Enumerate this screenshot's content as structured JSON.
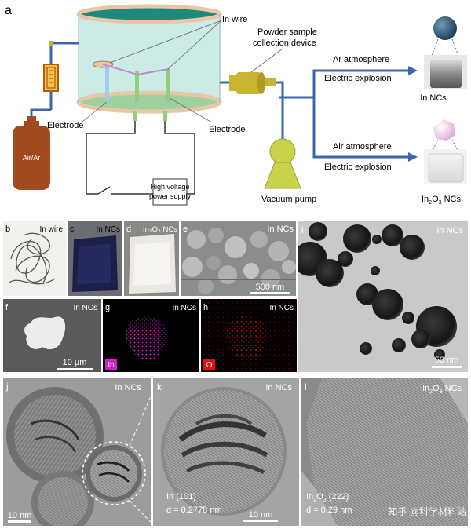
{
  "panel_a": {
    "letter": "a",
    "labels": {
      "in_wire": "In wire",
      "powder_line1": "Powder sample",
      "powder_line2": "collection device",
      "electrode_left": "Electrode",
      "electrode_right": "Electrode",
      "gas_cylinder": "Air/Ar",
      "vacuum_pump": "Vacuum pump",
      "hv_line1": "High voltage",
      "hv_line2": "power supply",
      "ar_atmosphere": "Ar atmosphere",
      "air_atmosphere": "Air atmosphere",
      "electric_explosion_1": "Electric explosion",
      "electric_explosion_2": "Electric explosion",
      "in_ncs": "In NCs",
      "in2o3_prefix": "In",
      "in2o3_sub1": "2",
      "in2o3_mid": "O",
      "in2o3_sub2": "3",
      "in2o3_suffix": " NCs"
    },
    "colors": {
      "chamber": "#bfe6e0",
      "lid": "#e8c7a5",
      "tube": "#3a66b0",
      "cylinder": "#a04a1e",
      "pump": "#c8d24a",
      "collector": "#c9b431",
      "in_sphere": "#27506e",
      "in2o3_sphere": "#efc2e8"
    }
  },
  "panels": [
    {
      "letter": "b",
      "label": "In wire"
    },
    {
      "letter": "c",
      "label": "In NCs"
    },
    {
      "letter": "d",
      "label": "In₂O₃ NCs"
    },
    {
      "letter": "e",
      "label": "In NCs",
      "scale": "500 nm"
    },
    {
      "letter": "i",
      "label": "In NCs",
      "scale": "50 nm"
    },
    {
      "letter": "f",
      "label": "In NCs",
      "scale": "10 μm"
    },
    {
      "letter": "g",
      "label": "In NCs",
      "element": "In"
    },
    {
      "letter": "h",
      "label": "In NCs",
      "element": "O"
    },
    {
      "letter": "j",
      "label": "In NCs",
      "scale": "10 nm"
    },
    {
      "letter": "k",
      "label": "In NCs",
      "scale": "10 nm",
      "plane": "In (101)",
      "d": "d = 0.2778 nm"
    },
    {
      "letter": "l",
      "label_prefix": "In",
      "label_s1": "2",
      "label_mid": "O",
      "label_s2": "3",
      "label_suffix": " NCs",
      "plane_prefix": "In",
      "plane_s1": "2",
      "plane_mid": "O",
      "plane_s2": "3",
      "plane_suffix": " (222)",
      "d": "d = 0.29 nm"
    }
  ],
  "watermark": "知乎 @科学材料站"
}
